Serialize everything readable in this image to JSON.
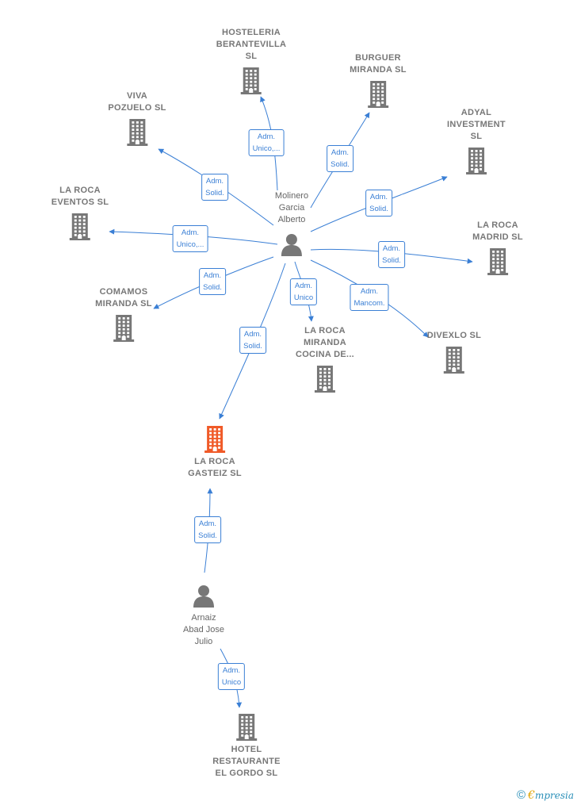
{
  "colors": {
    "edge": "#3a7fd5",
    "company": "#777777",
    "focus": "#f05a28",
    "person": "#777777"
  },
  "nodes": {
    "molinero": "Molinero\nGarcia\nAlberto",
    "arnaiz": "Arnaiz\nAbad Jose\nJulio",
    "hosteleria": "HOSTELERIA\nBERANTEVILLA\nSL",
    "burguer": "BURGUER\nMIRANDA  SL",
    "viva": "VIVA\nPOZUELO  SL",
    "adyal": "ADYAL\nINVESTMENT\nSL",
    "eventos": "LA ROCA\nEVENTOS  SL",
    "madrid": "LA ROCA\nMADRID  SL",
    "comamos": "COMAMOS\nMIRANDA  SL",
    "cocina": "LA ROCA\nMIRANDA\nCOCINA DE...",
    "divexlo": "DIVEXLO SL",
    "gasteiz": "LA ROCA\nGASTEIZ  SL",
    "hotel": "HOTEL\nRESTAURANTE\nEL GORDO  SL"
  },
  "edges": {
    "hosteleria": [
      "Adm.",
      "Unico,..."
    ],
    "burguer": [
      "Adm.",
      "Solid."
    ],
    "viva": [
      "Adm.",
      "Solid."
    ],
    "adyal": [
      "Adm.",
      "Solid."
    ],
    "eventos": [
      "Adm.",
      "Unico,..."
    ],
    "madrid": [
      "Adm.",
      "Solid."
    ],
    "comamos": [
      "Adm.",
      "Solid."
    ],
    "cocina": [
      "Adm.",
      "Unico"
    ],
    "divexlo": [
      "Adm.",
      "Mancom."
    ],
    "gasteiz_m": [
      "Adm.",
      "Solid."
    ],
    "gasteiz_a": [
      "Adm.",
      "Solid."
    ],
    "hotel": [
      "Adm.",
      "Unico"
    ]
  },
  "footer": {
    "copyright": "©",
    "brand_initial": "€",
    "brand_rest": "mpresia"
  }
}
